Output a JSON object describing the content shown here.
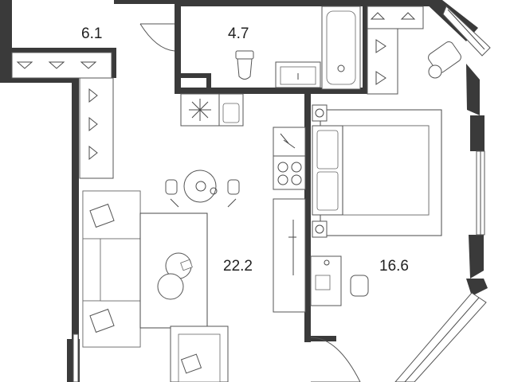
{
  "areas": {
    "hall": "6.1",
    "bathroom": "4.7",
    "living": "22.2",
    "bedroom": "16.6"
  },
  "colors": {
    "wall": "#3a3a3a",
    "line": "#555555",
    "background": "#ffffff"
  }
}
